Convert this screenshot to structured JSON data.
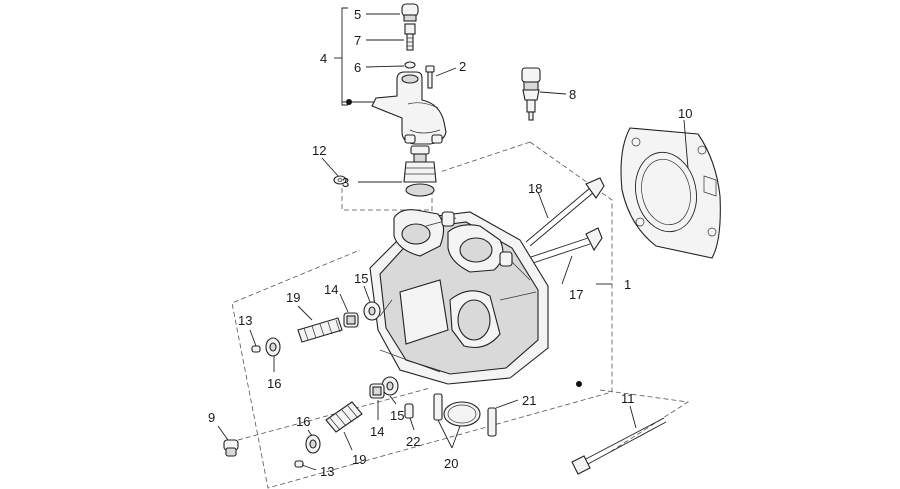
{
  "callouts": {
    "c1": "1",
    "c2": "2",
    "c3": "3",
    "c4": "4",
    "c5": "5",
    "c6": "6",
    "c7": "7",
    "c8": "8",
    "c9": "9",
    "c10": "10",
    "c11": "11",
    "c12": "12",
    "c13a": "13",
    "c13b": "13",
    "c14a": "14",
    "c14b": "14",
    "c15a": "15",
    "c15b": "15",
    "c16a": "16",
    "c16b": "16",
    "c17": "17",
    "c18": "18",
    "c19a": "19",
    "c19b": "19",
    "c20": "20",
    "c21": "21",
    "c22": "22"
  }
}
